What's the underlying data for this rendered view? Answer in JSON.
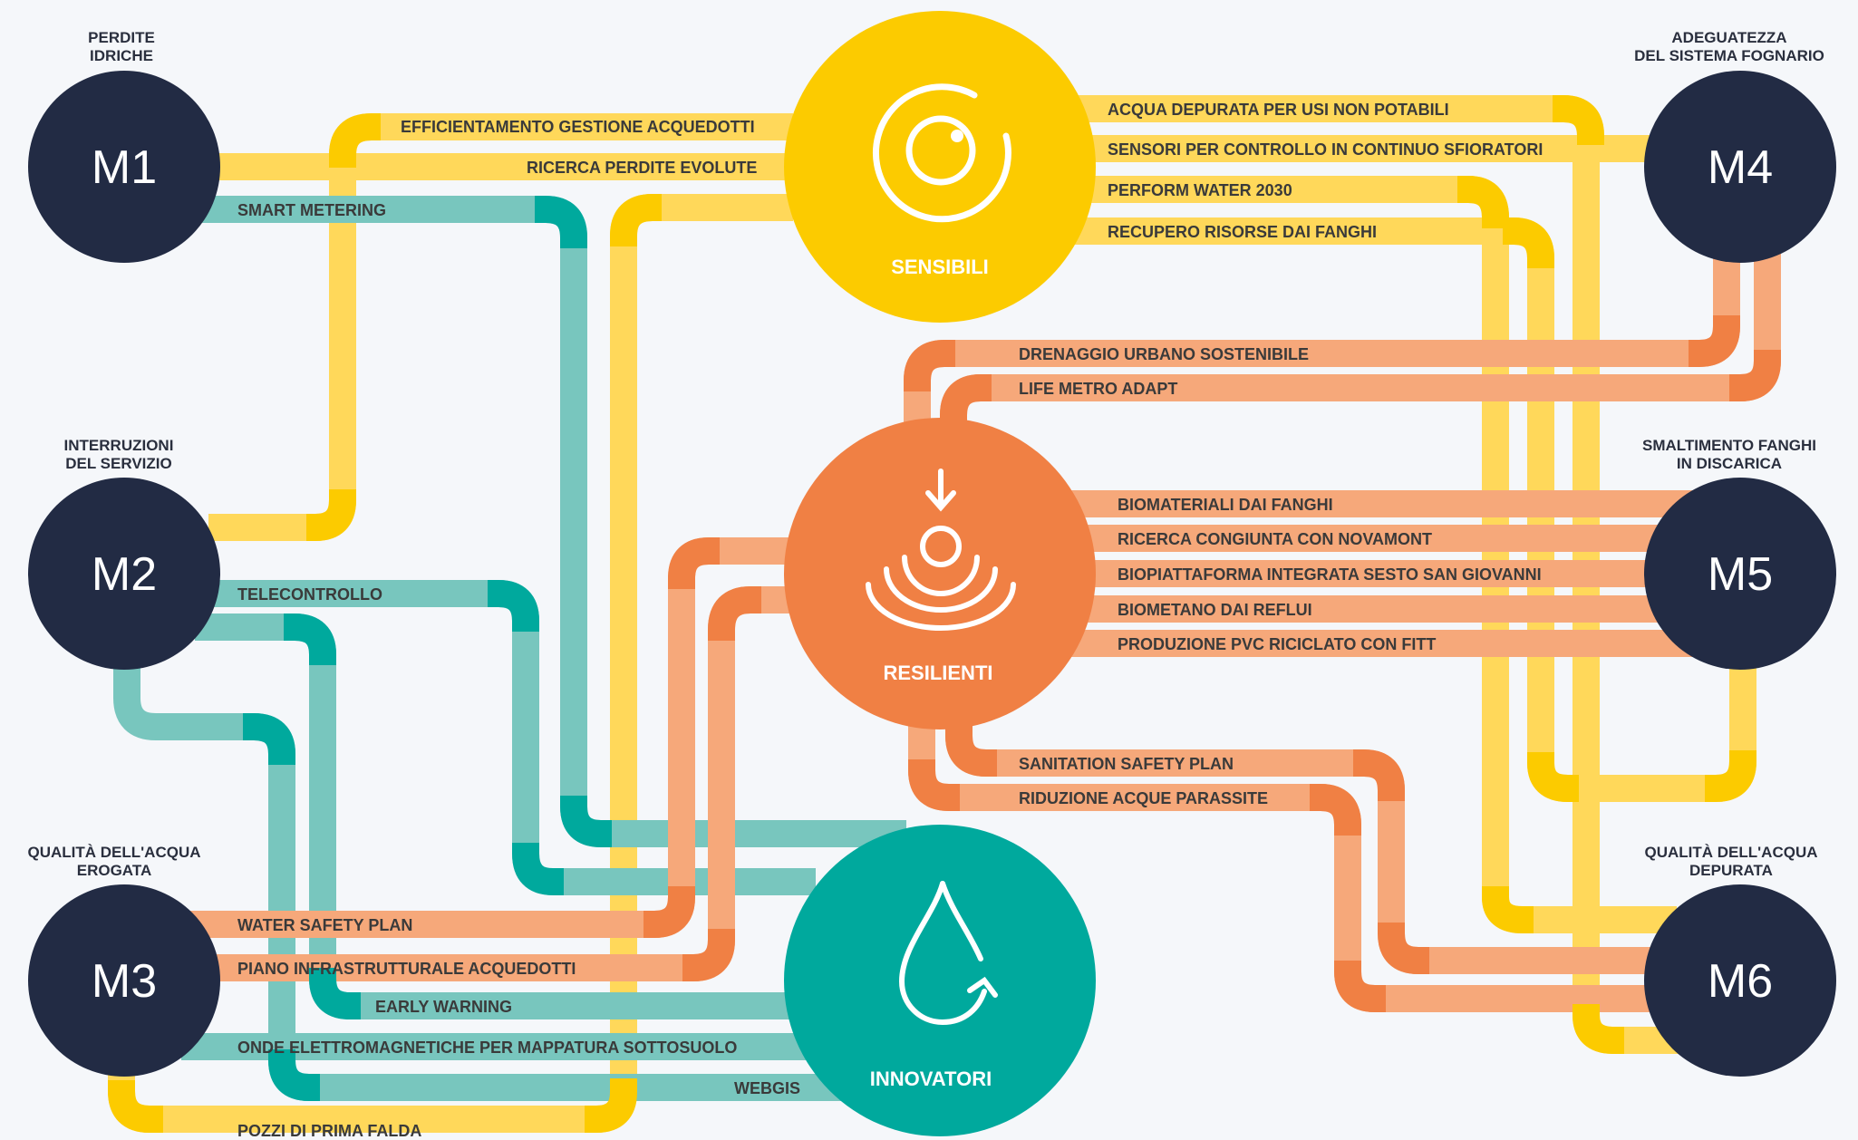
{
  "colors": {
    "yellow": "#ffd85a",
    "yellow_dark": "#fccb00",
    "teal": "#78c6be",
    "teal_dark": "#00a99d",
    "orange": "#f6a87a",
    "orange_dark": "#f08044",
    "navy": "#222b44",
    "background": "#f5f7fa"
  },
  "modules": {
    "m1": {
      "title1": "PERDITE",
      "title2": "IDRICHE",
      "label": "M1"
    },
    "m2": {
      "title1": "INTERRUZIONI",
      "title2": "DEL SERVIZIO",
      "label": "M2"
    },
    "m3": {
      "title1": "QUALITÀ DELL'ACQUA",
      "title2": "EROGATA",
      "label": "M3"
    },
    "m4": {
      "title1": "ADEGUATEZZA",
      "title2": "DEL SISTEMA FOGNARIO",
      "label": "M4"
    },
    "m5": {
      "title1": "SMALTIMENTO FANGHI",
      "title2": "IN DISCARICA",
      "label": "M5"
    },
    "m6": {
      "title1": "QUALITÀ DELL'ACQUA",
      "title2": "DEPURATA",
      "label": "M6"
    }
  },
  "hubs": {
    "sensibili": {
      "label": "SENSIBILI",
      "icon": "eye-icon"
    },
    "resilienti": {
      "label": "RESILIENTI",
      "icon": "water-ripple-icon"
    },
    "innovatori": {
      "label": "INNOVATORI",
      "icon": "water-drop-cycle-icon"
    }
  },
  "projects": {
    "efficientamento": "EFFICIENTAMENTO GESTIONE ACQUEDOTTI",
    "ricerca_perdite": "RICERCA PERDITE EVOLUTE",
    "smart_metering": "SMART METERING",
    "acqua_depurata": "ACQUA DEPURATA PER USI NON POTABILI",
    "sensori": "SENSORI PER CONTROLLO IN CONTINUO SFIORATORI",
    "perform_water": "PERFORM WATER 2030",
    "recupero_risorse": "RECUPERO RISORSE DAI FANGHI",
    "drenaggio": "DRENAGGIO URBANO SOSTENIBILE",
    "life_metro": "LIFE METRO ADAPT",
    "biomateriali": "BIOMATERIALI DAI FANGHI",
    "novamont": "RICERCA CONGIUNTA CON NOVAMONT",
    "biopiattaforma": "BIOPIATTAFORMA INTEGRATA SESTO SAN GIOVANNI",
    "biometano": "BIOMETANO DAI REFLUI",
    "pvc": "PRODUZIONE PVC RICICLATO CON FITT",
    "sanitation": "SANITATION SAFETY PLAN",
    "acque_parassite": "RIDUZIONE ACQUE PARASSITE",
    "telecontrollo": "TELECONTROLLO",
    "water_safety": "WATER SAFETY PLAN",
    "piano_infra": "PIANO INFRASTRUTTURALE ACQUEDOTTI",
    "early_warning": "EARLY WARNING",
    "onde": "ONDE ELETTROMAGNETICHE PER MAPPATURA SOTTOSUOLO",
    "webgis": "WEBGIS",
    "pozzi": "POZZI DI PRIMA FALDA"
  }
}
